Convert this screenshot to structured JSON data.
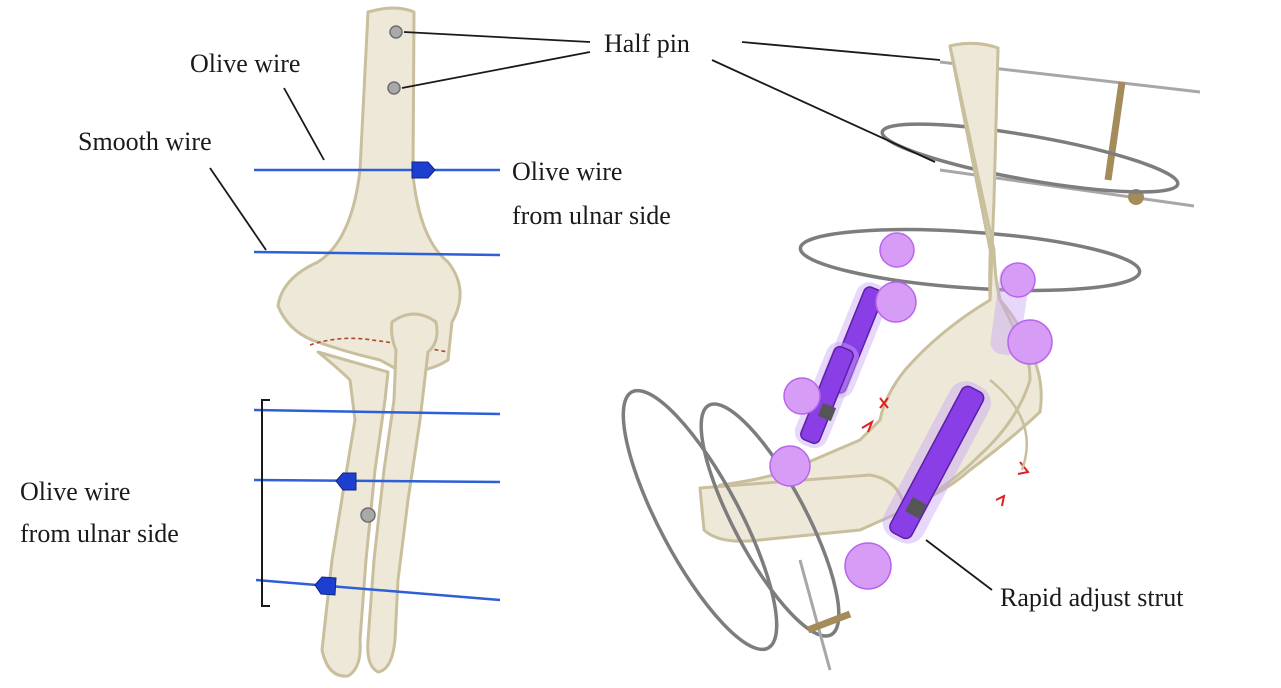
{
  "labels": {
    "half_pin": "Half pin",
    "olive_wire_top": "Olive wire",
    "smooth_wire": "Smooth wire",
    "olive_wire_ulnar_top_line1": "Olive wire",
    "olive_wire_ulnar_top_line2": "from ulnar side",
    "olive_wire_ulnar_bottom_line1": "Olive wire",
    "olive_wire_ulnar_bottom_line2": "from ulnar side",
    "rapid_adjust_strut": "Rapid adjust strut"
  },
  "colors": {
    "bone": "#ede8d8",
    "bone_outline": "#c9bf9c",
    "wire": "#2d5fd6",
    "olive": "#1d3fcf",
    "strut": "#8a3fe6",
    "ball": "#d79cf5",
    "ring": "#7d7d7d",
    "correction_arrow": "#e02020"
  }
}
